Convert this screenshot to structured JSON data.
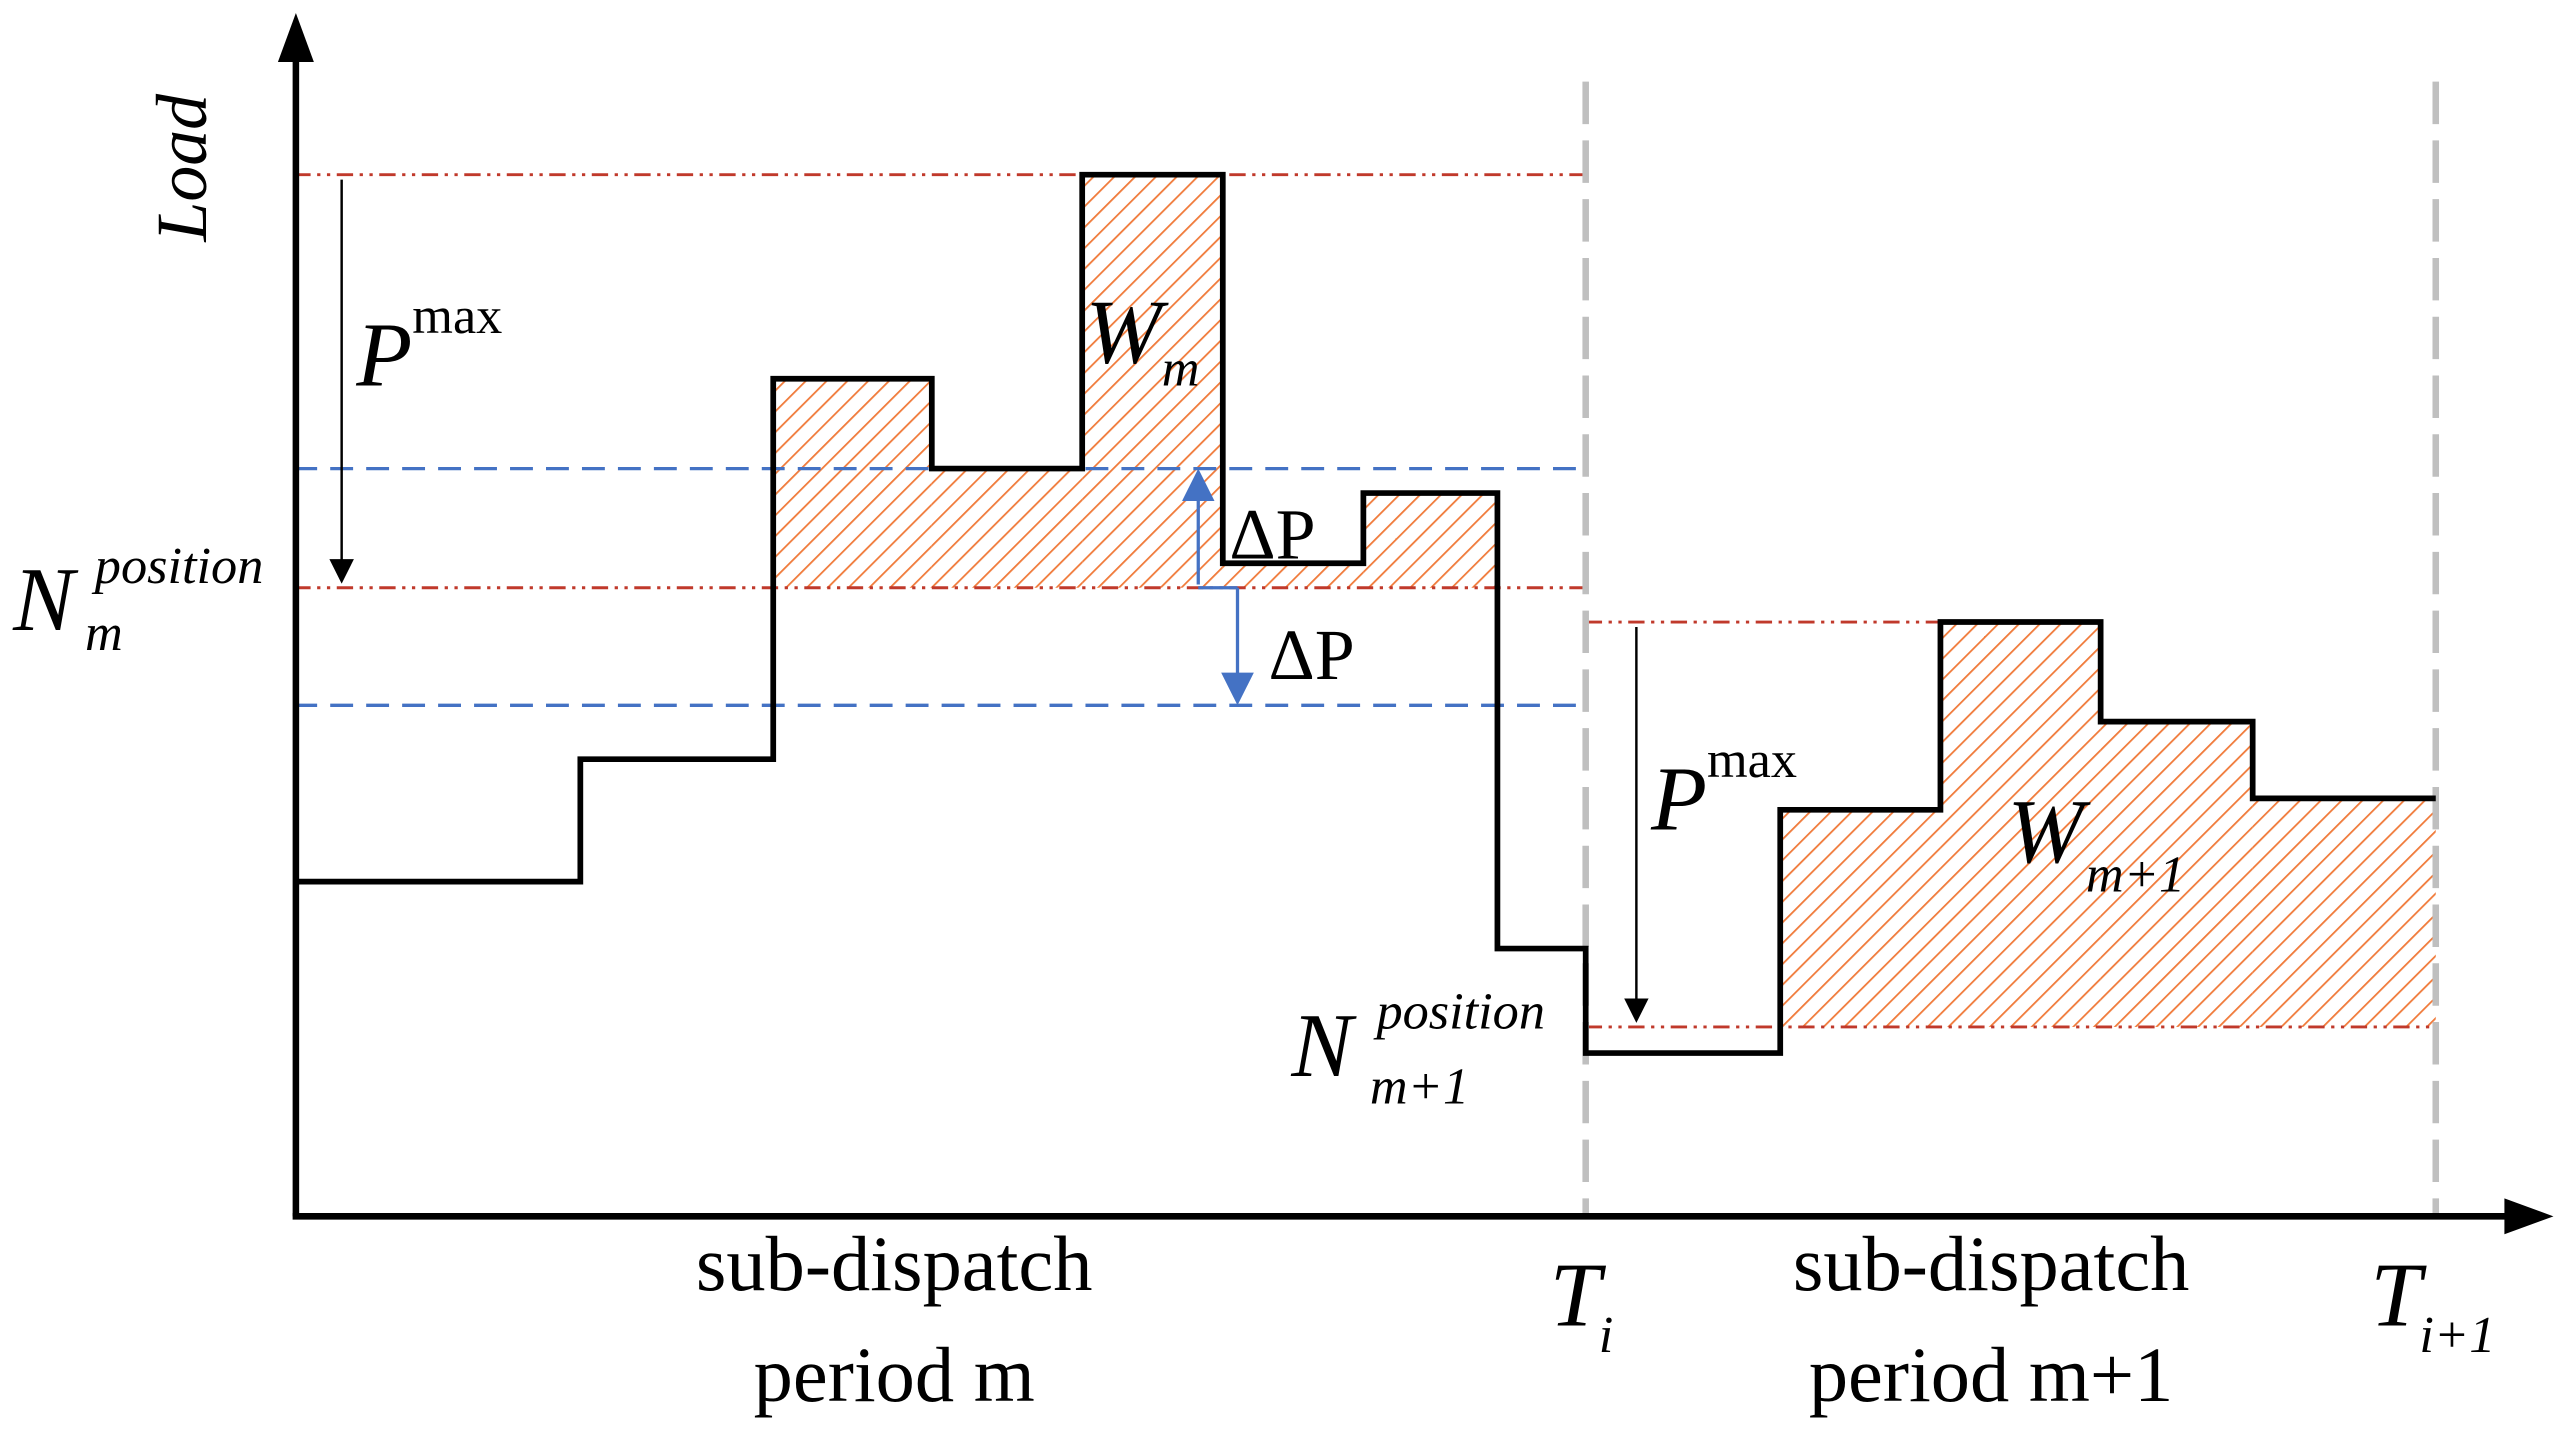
{
  "axes": {
    "y_label": "Load"
  },
  "periods": [
    {
      "label_line1": "sub-dispatch",
      "label_line2": "period m"
    },
    {
      "label_line1": "sub-dispatch",
      "label_line2": "period m+1"
    }
  ],
  "boundaries": [
    {
      "T": "T",
      "sub": "i"
    },
    {
      "T": "T",
      "sub": "i+1"
    }
  ],
  "annotations": {
    "p_max_m": {
      "base": "P",
      "sup": "max"
    },
    "p_max_m1": {
      "base": "P",
      "sup": "max"
    },
    "w_m": {
      "base": "W",
      "sub": "m"
    },
    "w_m1": {
      "base": "W",
      "sub": "m+1"
    },
    "n_m": {
      "base": "N",
      "sup": "position",
      "sub": "m"
    },
    "n_m1": {
      "base": "N",
      "sup": "position",
      "sub": "m+1"
    },
    "delta_p_upper": "ΔP",
    "delta_p_lower": "ΔP"
  },
  "colors": {
    "load_curve": "#000000",
    "red_dashdot": "#c0392b",
    "blue_dashed": "#4472c4",
    "hatch": "#f07a3a",
    "boundary_gray": "#bfbfbf",
    "axis": "#000000"
  }
}
